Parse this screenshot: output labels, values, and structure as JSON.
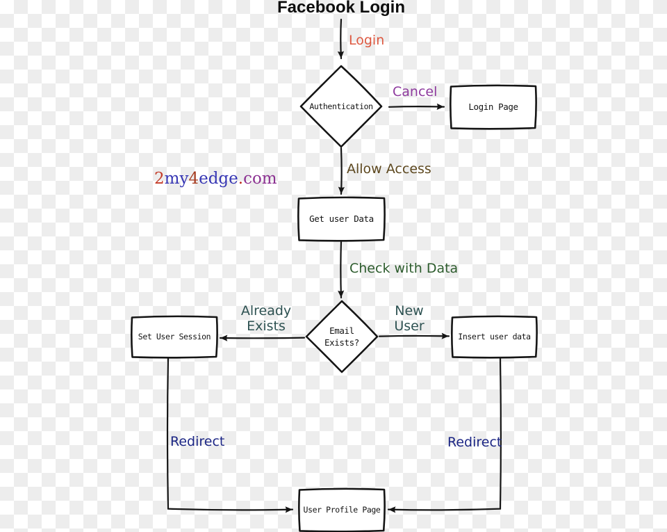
{
  "page": {
    "title": "Facebook Login"
  },
  "watermark": {
    "text": "2my4edge.com",
    "segments": [
      {
        "text": "2",
        "color": "#c43c28"
      },
      {
        "text": "my",
        "color": "#3636b4"
      },
      {
        "text": "4",
        "color": "#a63c20"
      },
      {
        "text": "edge",
        "color": "#3636b4"
      },
      {
        "text": ".",
        "color": "#c03020"
      },
      {
        "text": "com",
        "color": "#8c3292"
      }
    ]
  },
  "nodes": {
    "authentication": {
      "label": "Authentication",
      "shape": "diamond"
    },
    "login_page": {
      "label": "Login Page",
      "shape": "rect"
    },
    "get_user_data": {
      "label": "Get user Data",
      "shape": "rect"
    },
    "email_exists": {
      "label": "Email Exists?",
      "shape": "diamond"
    },
    "set_user_session": {
      "label": "Set User Session",
      "shape": "rect"
    },
    "insert_user_data": {
      "label": "Insert user data",
      "shape": "rect"
    },
    "user_profile_page": {
      "label": "User Profile Page",
      "shape": "rect"
    }
  },
  "edge_labels": {
    "login": {
      "text": "Login",
      "color": "#dd5840"
    },
    "cancel": {
      "text": "Cancel",
      "color": "#8e3a9e"
    },
    "allow_access": {
      "text": "Allow Access",
      "color": "#5d481f"
    },
    "check_with_data": {
      "text": "Check with Data",
      "color": "#2d5c2d"
    },
    "already_exists": {
      "text": "Already Exists",
      "color": "#2d5151"
    },
    "new_user": {
      "text": "New User",
      "color": "#2d5151"
    },
    "redirect_left": {
      "text": "Redirect",
      "color": "#1b2584"
    },
    "redirect_right": {
      "text": "Redirect",
      "color": "#1b2584"
    }
  },
  "colors": {
    "ink": "#151515",
    "background_checker_light": "#ffffff",
    "background_checker_dark": "#ededed",
    "node_fill": "#ffffff"
  }
}
